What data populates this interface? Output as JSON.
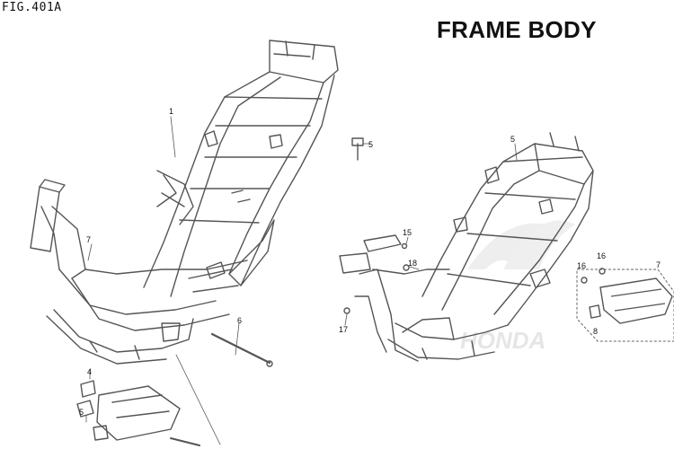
{
  "left_panel": {
    "fig_label": "FIG.401A",
    "callouts": [
      {
        "id": "c1",
        "text": "1"
      },
      {
        "id": "c7",
        "text": "7"
      },
      {
        "id": "c6",
        "text": "6"
      },
      {
        "id": "c4",
        "text": "4"
      },
      {
        "id": "c5",
        "text": "5"
      }
    ]
  },
  "right_panel": {
    "title": "FRAME BODY",
    "watermark": "HONDA",
    "callouts": [
      {
        "id": "r5a",
        "text": "5"
      },
      {
        "id": "r5b",
        "text": "5"
      },
      {
        "id": "r15",
        "text": "15"
      },
      {
        "id": "r18",
        "text": "18"
      },
      {
        "id": "r17",
        "text": "17"
      },
      {
        "id": "r16a",
        "text": "16"
      },
      {
        "id": "r16b",
        "text": "16"
      },
      {
        "id": "r7",
        "text": "7"
      },
      {
        "id": "r8",
        "text": "8"
      }
    ]
  },
  "colors": {
    "line": "#555555",
    "watermark": "#e6e6e6",
    "text": "#111111"
  }
}
